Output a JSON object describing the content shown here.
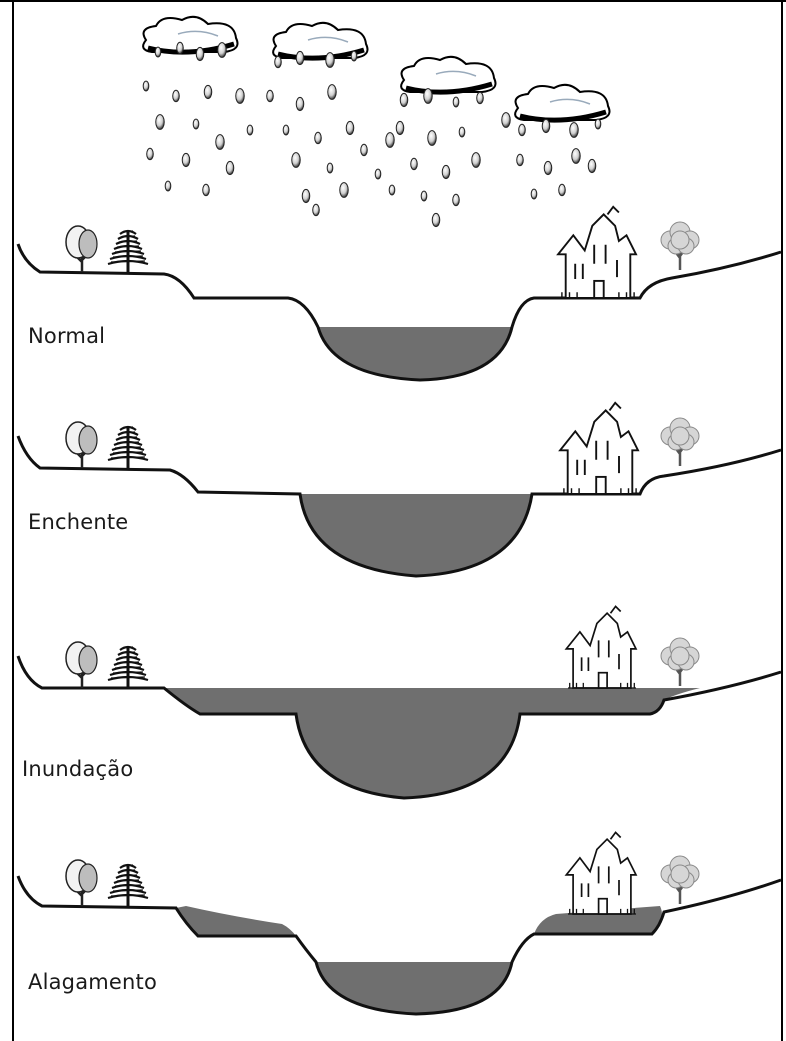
{
  "panels": [
    {
      "label": "Normal",
      "state": "normal"
    },
    {
      "label": "Enchente",
      "state": "enchente"
    },
    {
      "label": "Inundação",
      "state": "inundacao"
    },
    {
      "label": "Alagamento",
      "state": "alagamento"
    }
  ],
  "colors": {
    "water": "#6f6f6f",
    "ground_line": "#111111",
    "frame": "#000000"
  },
  "icons": [
    "cloud-icon",
    "raindrop-icon",
    "tree-icon",
    "pine-tree-icon",
    "house-icon"
  ]
}
